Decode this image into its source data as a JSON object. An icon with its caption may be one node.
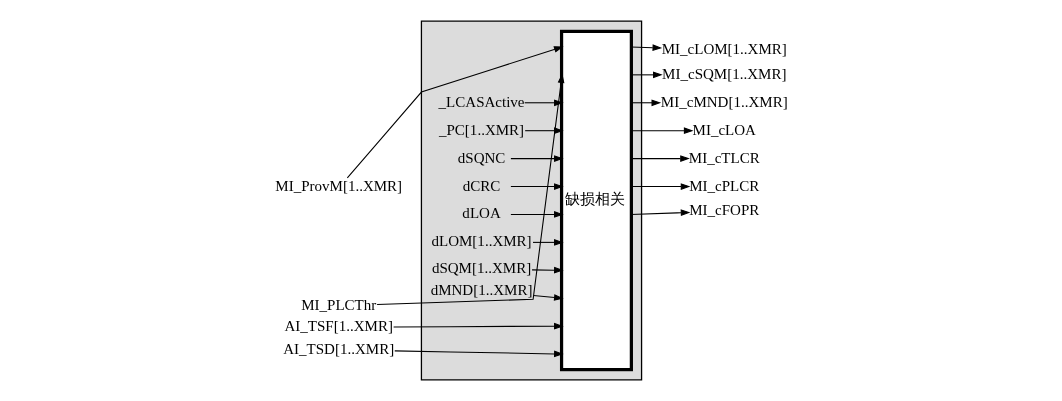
{
  "diagram": {
    "nodes": [
      {
        "text": [
          "MI_ProvM[1..XMR]"
        ]
      },
      {
        "text": [
          "MI_PLCThr"
        ]
      },
      {
        "text": [],
        "shape": "box"
      },
      {
        "text": [
          "_LCASActive"
        ],
        "in": 2
      },
      {
        "text": [
          "_PC[1..XMR]"
        ],
        "in": 2
      },
      {
        "text": [
          "dSQNC"
        ],
        "in": 2
      },
      {
        "text": [
          "dCRC"
        ],
        "in": 2
      },
      {
        "text": [
          "dLOA"
        ],
        "in": 2
      },
      {
        "text": [
          "dLOM[1..XMR]"
        ],
        "in": 2
      },
      {
        "text": [
          "dSQM[1..XMR]"
        ],
        "in": 2
      },
      {
        "text": [
          "dMND[1..XMR]"
        ],
        "in": 2
      },
      {
        "text": [
          "缺损相关"
        ],
        "in": 2
      },
      {
        "text": [
          "AI_TSF[1..XMR]"
        ]
      },
      {
        "text": [
          "AI_TSD[1..XMR]"
        ]
      },
      {
        "text": [
          "MI_cLOM[1..XMR]"
        ]
      },
      {
        "text": [
          "MI_cSQM[1..XMR]"
        ]
      },
      {
        "text": [
          "MI_cMND[1..XMR]"
        ]
      },
      {
        "text": [
          "MI_cLOA"
        ]
      },
      {
        "text": [
          "MI_cTLCR"
        ]
      },
      {
        "text": [
          "MI_cPLCR"
        ]
      },
      {
        "text": [
          "MI_cFOPR"
        ]
      }
    ],
    "edges": [
      {
        "from": 0,
        "to": 11,
        "arrow": "to"
      },
      {
        "from": 1,
        "to": 11,
        "arrow": "to"
      },
      {
        "from": 3,
        "to": 11,
        "arrow": "to"
      },
      {
        "from": 4,
        "to": 11,
        "arrow": "to"
      },
      {
        "from": 5,
        "to": 11,
        "arrow": "to"
      },
      {
        "from": 6,
        "to": 11,
        "arrow": "to"
      },
      {
        "from": 7,
        "to": 11,
        "arrow": "to"
      },
      {
        "from": 8,
        "to": 11,
        "arrow": "to"
      },
      {
        "from": 9,
        "to": 11,
        "arrow": "to"
      },
      {
        "from": 10,
        "to": 11,
        "arrow": "to"
      },
      {
        "from": 12,
        "to": 11,
        "arrow": "to"
      },
      {
        "from": 13,
        "to": 11,
        "arrow": "to"
      },
      {
        "from": 11,
        "to": 14,
        "arrow": "to"
      },
      {
        "from": 11,
        "to": 15,
        "arrow": "to"
      },
      {
        "from": 11,
        "to": 16,
        "arrow": "to"
      },
      {
        "from": 11,
        "to": 17,
        "arrow": "to"
      },
      {
        "from": 11,
        "to": 18,
        "arrow": "to"
      },
      {
        "from": 11,
        "to": 19,
        "arrow": "to"
      },
      {
        "from": 11,
        "to": 20,
        "arrow": "to"
      }
    ]
  }
}
